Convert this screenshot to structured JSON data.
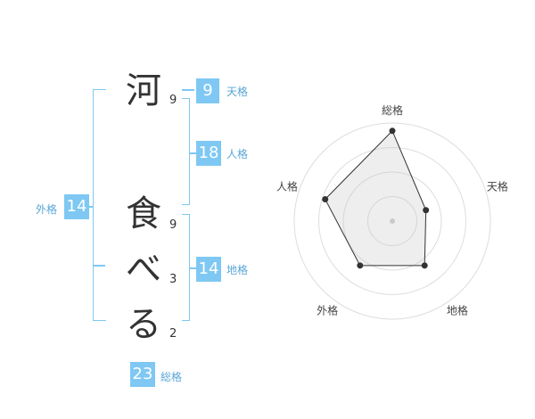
{
  "name": {
    "characters": [
      {
        "char": "河",
        "strokes": "9"
      },
      {
        "char": "食",
        "strokes": "9"
      },
      {
        "char": "べ",
        "strokes": "3"
      },
      {
        "char": "る",
        "strokes": "2"
      }
    ]
  },
  "fortune": {
    "tenkaku": {
      "label": "天格",
      "value": "9"
    },
    "jinkaku": {
      "label": "人格",
      "value": "18"
    },
    "chikaku": {
      "label": "地格",
      "value": "14"
    },
    "gaikaku": {
      "label": "外格",
      "value": "14"
    },
    "soukaku": {
      "label": "総格",
      "value": "23"
    }
  },
  "colors": {
    "accent": "#7ec8f3",
    "text": "#333333"
  },
  "chart_data": {
    "type": "radar",
    "axes": [
      "総格",
      "天格",
      "地格",
      "外格",
      "人格"
    ],
    "values": [
      23,
      9,
      14,
      14,
      18
    ],
    "rings": 4,
    "grid": true
  }
}
